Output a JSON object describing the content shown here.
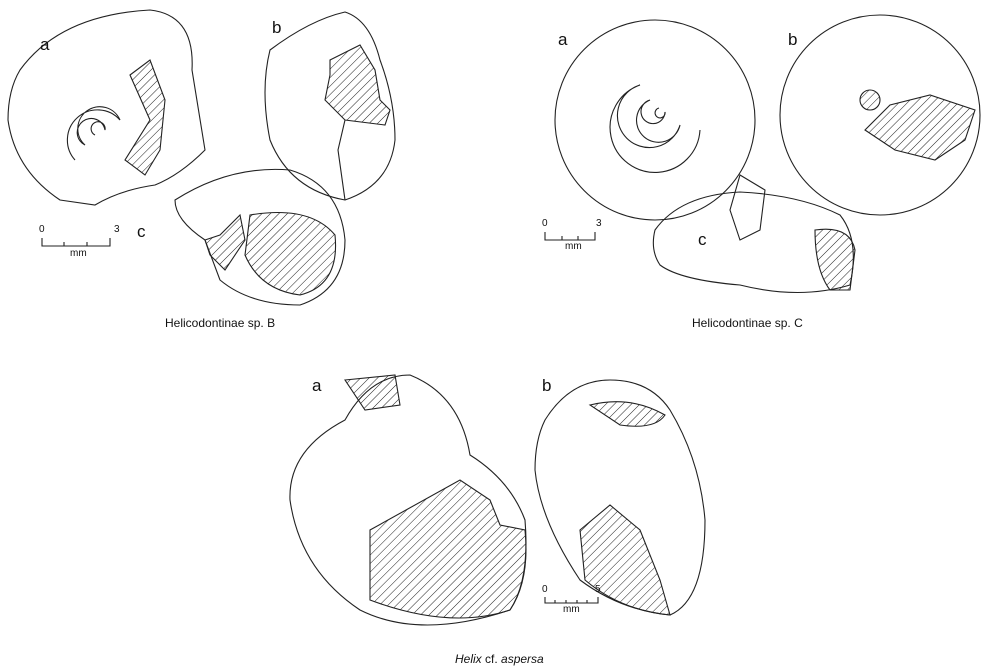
{
  "figures": [
    {
      "caption": "Helicodontinae sp. B",
      "views": [
        "a",
        "b",
        "c"
      ],
      "scale": {
        "start": "0",
        "end": "3",
        "unit": "mm"
      }
    },
    {
      "caption": "Helicodontinae sp. C",
      "views": [
        "a",
        "b",
        "c"
      ],
      "scale": {
        "start": "0",
        "end": "3",
        "unit": "mm"
      }
    },
    {
      "caption_genus": "Helix",
      "caption_qualifier": "cf.",
      "caption_species": "aspersa",
      "views": [
        "a",
        "b"
      ],
      "scale": {
        "start": "0",
        "end": "5",
        "unit": "mm"
      }
    }
  ]
}
